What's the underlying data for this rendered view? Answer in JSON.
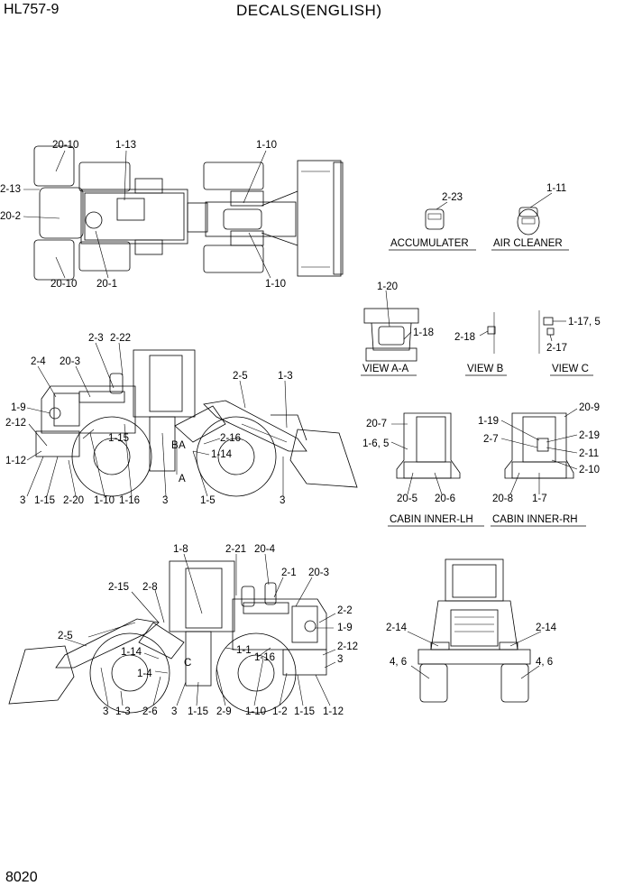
{
  "header": {
    "model": "HL757-9",
    "title": "DECALS(ENGLISH)",
    "page_number": "8020"
  },
  "top_view_labels": [
    "20-10",
    "1-13",
    "1-10",
    "2-13",
    "20-2",
    "20-10",
    "20-1",
    "1-10"
  ],
  "parts_labels": {
    "accumulater_ref": "2-23",
    "accumulater": "ACCUMULATER",
    "air_cleaner_ref": "1-11",
    "air_cleaner": "AIR CLEANER"
  },
  "views": {
    "view_aa_refs": [
      "1-20",
      "1-18"
    ],
    "view_aa": "VIEW A-A",
    "view_b_ref": "2-18",
    "view_b": "VIEW B",
    "view_c_refs": [
      "1-17, 5",
      "2-17"
    ],
    "view_c": "VIEW C"
  },
  "left_side_labels": [
    "2-3",
    "2-22",
    "2-4",
    "20-3",
    "2-5",
    "1-3",
    "1-9",
    "2-12",
    "1-15",
    "2-16",
    "1-14",
    "1-12",
    "3",
    "1-15",
    "2-20",
    "1-10",
    "1-16",
    "3",
    "1-5",
    "3",
    "A",
    "B",
    "A"
  ],
  "cabin_lh": {
    "refs": [
      "20-7",
      "1-6, 5",
      "20-5",
      "20-6"
    ],
    "caption": "CABIN INNER-LH"
  },
  "cabin_rh": {
    "refs": [
      "20-9",
      "1-19",
      "2-19",
      "2-7",
      "2-11",
      "2-10",
      "20-8",
      "1-7"
    ],
    "caption": "CABIN INNER-RH"
  },
  "right_side_labels": [
    "1-8",
    "2-21",
    "20-4",
    "2-1",
    "20-3",
    "2-15",
    "2-8",
    "2-2",
    "2-5",
    "1-9",
    "1-14",
    "1-1",
    "2-12",
    "1-16",
    "3",
    "1-4",
    "C",
    "3",
    "1-3",
    "2-6",
    "3",
    "1-15",
    "2-9",
    "1-10",
    "1-2",
    "1-15",
    "1-12"
  ],
  "front_view_labels": [
    "2-14",
    "2-14",
    "4, 6",
    "4, 6"
  ]
}
